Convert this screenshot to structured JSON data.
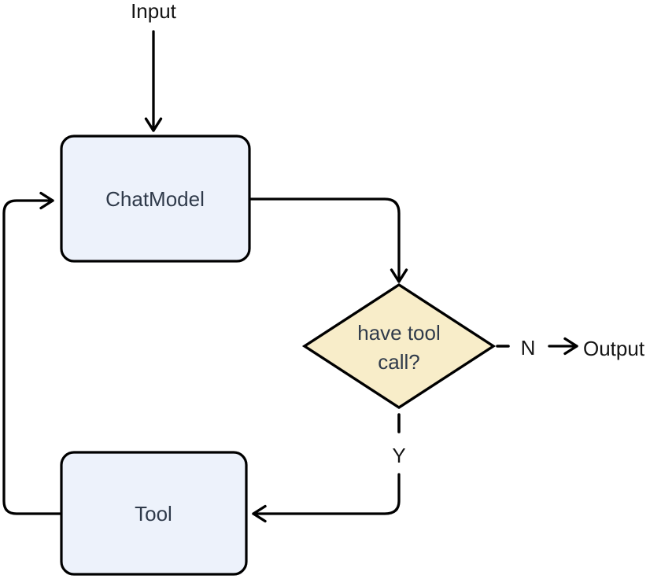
{
  "colors": {
    "background": "#FFFFFF",
    "node_fill": "#EDF2FB",
    "decision_fill": "#F8EDC9",
    "stroke": "#000000",
    "node_text": "#2F3A4A",
    "label_text": "#141414"
  },
  "nodes": {
    "input_label": "Input",
    "chat_model_label": "ChatModel",
    "decision_label": "have tool call?",
    "decision_lines": [
      "have tool",
      "call?"
    ],
    "tool_label": "Tool",
    "output_label": "Output"
  },
  "edge_labels": {
    "no": "N",
    "yes": "Y"
  }
}
